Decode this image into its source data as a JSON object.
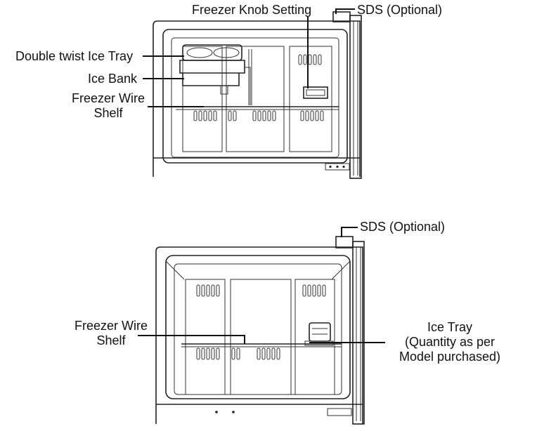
{
  "top_diagram": {
    "labels": {
      "freezer_knob": "Freezer Knob Setting",
      "sds": "SDS (Optional)",
      "double_twist": "Double twist  Ice Tray",
      "ice_bank": "Ice Bank",
      "wire_shelf_line1": "Freezer Wire",
      "wire_shelf_line2": "Shelf"
    }
  },
  "bottom_diagram": {
    "labels": {
      "sds": "SDS (Optional)",
      "wire_shelf_line1": "Freezer Wire",
      "wire_shelf_line2": "Shelf",
      "ice_tray_line1": "Ice Tray",
      "ice_tray_line2": "(Quantity as per",
      "ice_tray_line3": "Model purchased)"
    }
  }
}
